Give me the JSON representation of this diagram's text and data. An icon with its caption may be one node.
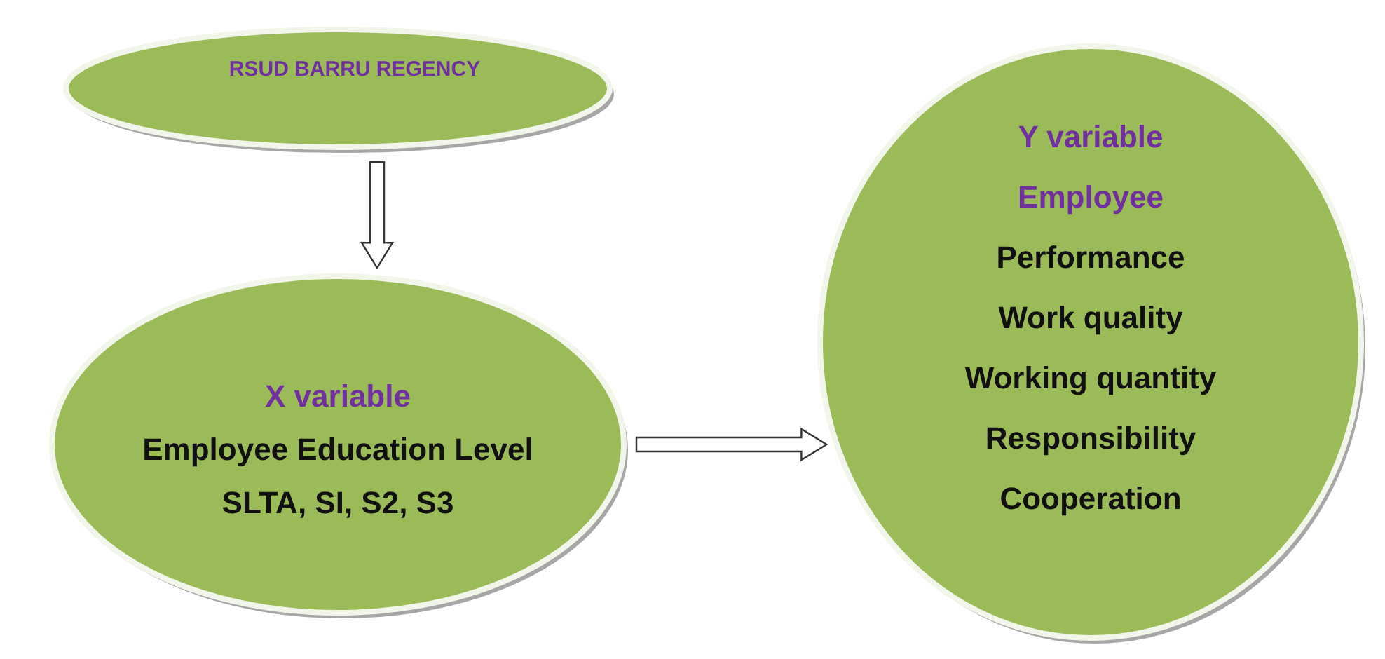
{
  "diagram": {
    "nodes": [
      {
        "text": [
          "RSUD BARRU REGENCY"
        ]
      },
      {
        "text": [
          "X variable",
          "Employee Education Level",
          "SLTA, SI, S2, S3"
        ]
      },
      {
        "text": [
          "Y variable Employee",
          "Performance",
          "Work quality",
          "Working quantity",
          "Responsibility",
          "Cooperation"
        ]
      }
    ],
    "edges": [
      {
        "from": 0,
        "to": 1,
        "arrow": "to"
      },
      {
        "from": 1,
        "to": 2,
        "arrow": "to"
      }
    ]
  }
}
